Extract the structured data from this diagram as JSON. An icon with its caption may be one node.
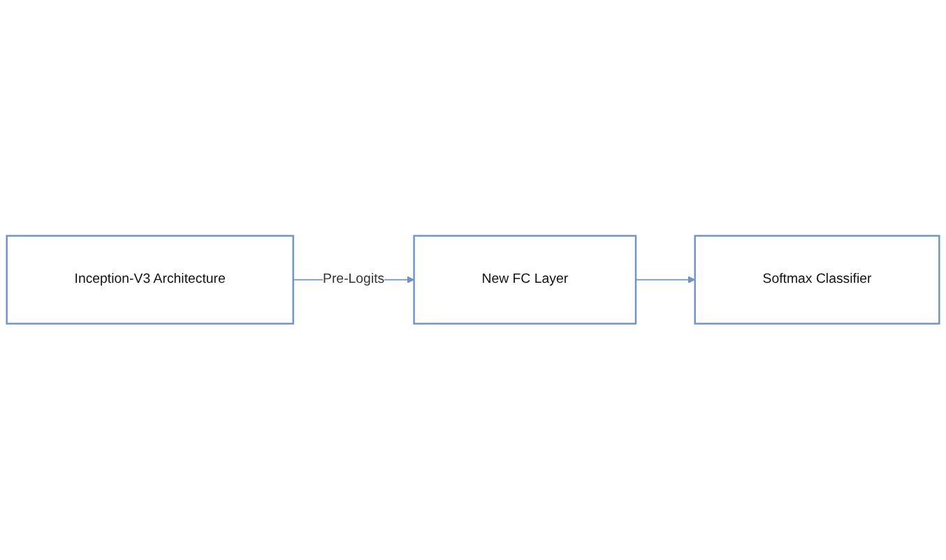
{
  "diagram": {
    "nodes": [
      {
        "text": [
          "Inception-V3 Architecture"
        ]
      },
      {
        "text": [
          "New FC Layer"
        ]
      },
      {
        "text": [
          "Softmax Classifier"
        ]
      }
    ],
    "edges": [
      {
        "from": 0,
        "to": 1,
        "arrow": "to",
        "label": "Pre-Logits"
      },
      {
        "from": 1,
        "to": 2,
        "arrow": "to"
      }
    ]
  }
}
